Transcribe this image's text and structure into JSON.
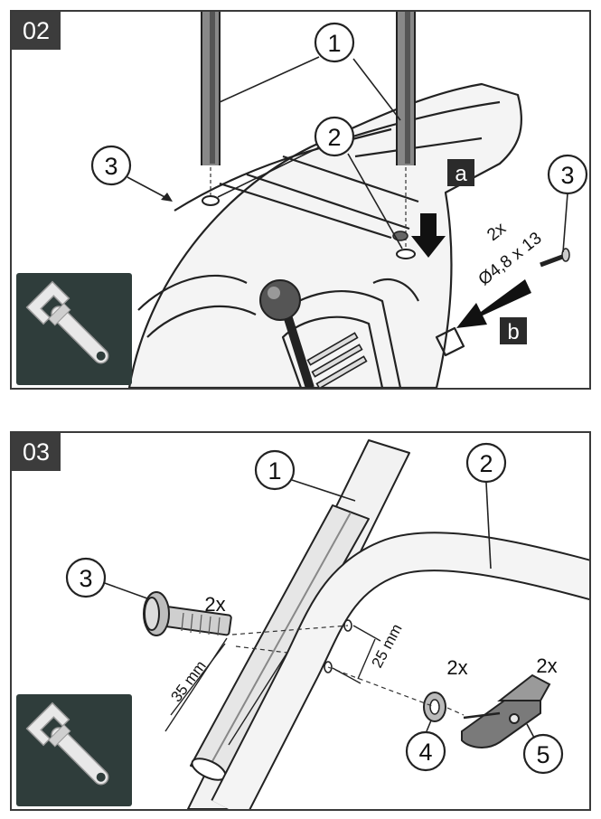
{
  "panels": [
    {
      "step": "02",
      "callouts": [
        "1",
        "2",
        "3",
        "3"
      ],
      "arrow_labels": [
        "a",
        "b"
      ],
      "screw_qty": "2x",
      "screw_spec": "Ø4,8 x 13",
      "tool_icon": "wrench-icon"
    },
    {
      "step": "03",
      "callouts": [
        "1",
        "2",
        "3",
        "4",
        "5"
      ],
      "qty_bolt": "2x",
      "qty_washer": "2x",
      "qty_knob": "2x",
      "dim_bolt": "35 mm",
      "dim_holes": "25 mm",
      "tool_icon": "wrench-icon"
    }
  ],
  "colors": {
    "badge": "#3c3c3c",
    "tool_bg": "#2f3d3b",
    "arrow_label_bg": "#2b2b2b"
  }
}
